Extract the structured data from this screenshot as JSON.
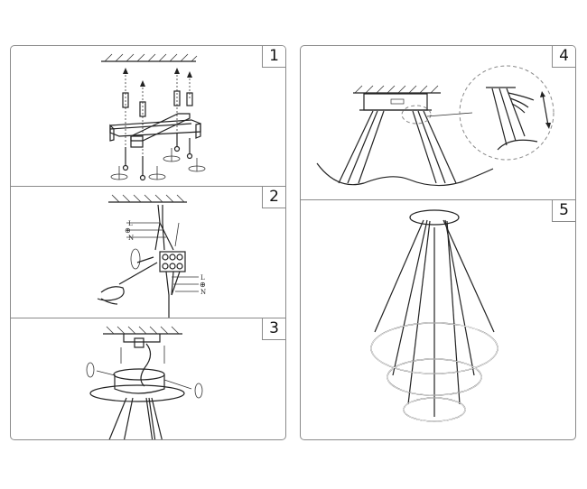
{
  "diagram": {
    "type": "installation-instructions",
    "subject": "Three-ring LED pendant chandelier",
    "steps": [
      {
        "number": "1",
        "description": "Mount bracket to ceiling with anchors and screws"
      },
      {
        "number": "2",
        "description": "Connect wires to terminal block",
        "labels_top": [
          "L",
          "⊕",
          "N"
        ],
        "labels_bottom": [
          "L",
          "⊕",
          "N"
        ]
      },
      {
        "number": "3",
        "description": "Attach canopy to bracket with side screws"
      },
      {
        "number": "4",
        "description": "Adjust suspension cable height"
      },
      {
        "number": "5",
        "description": "Completed three-ring chandelier"
      }
    ]
  }
}
